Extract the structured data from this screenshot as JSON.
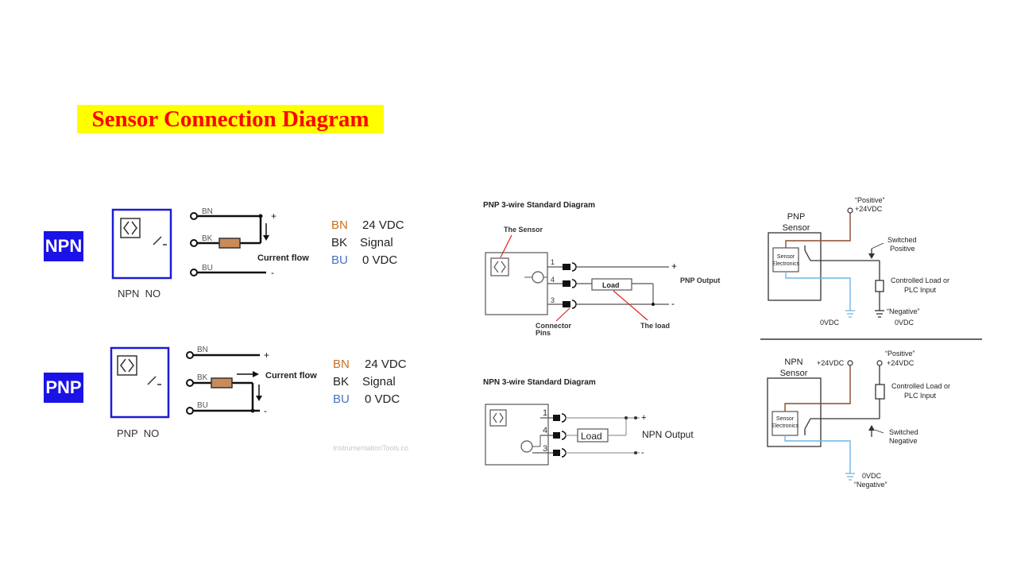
{
  "title": "Sensor Connection Diagram",
  "colors": {
    "title_bg": "#ffff00",
    "title_text": "#ff0000",
    "badge_bg": "#1a12e6",
    "bn": "#c8701e",
    "bu": "#4472c4",
    "resistor": "#c98b5a",
    "sensor_box": "#1c1cd6",
    "brown_wire": "#8b4a2b",
    "blue_wire": "#6fb6e6"
  },
  "left": {
    "npn": {
      "badge": "NPN",
      "wires": [
        "BN",
        "BK",
        "BU"
      ],
      "plus": "+",
      "minus": "-",
      "current_flow": "Current flow",
      "caption": "NPN  NO",
      "legend": [
        {
          "code": "BN",
          "value": "24 VDC"
        },
        {
          "code": "BK",
          "value": "Signal"
        },
        {
          "code": "BU",
          "value": "0 VDC"
        }
      ]
    },
    "pnp": {
      "badge": "PNP",
      "wires": [
        "BN",
        "BK",
        "BU"
      ],
      "plus": "+",
      "minus": "-",
      "current_flow": "Current flow",
      "caption": "PNP  NO",
      "legend": [
        {
          "code": "BN",
          "value": "24 VDC"
        },
        {
          "code": "BK",
          "value": "Signal"
        },
        {
          "code": "BU",
          "value": "0 VDC"
        }
      ]
    },
    "watermark": "InstrumentationTools.co"
  },
  "middle": {
    "pnp": {
      "title": "PNP 3-wire Standard Diagram",
      "the_sensor": "The Sensor",
      "pins": [
        "1",
        "4",
        "3"
      ],
      "load": "Load",
      "output": "PNP Output",
      "connector": "Connector",
      "pins_label": "Pins",
      "the_load": "The load",
      "plus": "+",
      "minus": "-"
    },
    "npn": {
      "title": "NPN 3-wire Standard Diagram",
      "pins": [
        "1",
        "4",
        "3"
      ],
      "load": "Load",
      "output": "NPN Output",
      "plus": "+",
      "minus": "-"
    }
  },
  "right": {
    "pnp": {
      "sensor_line1": "PNP",
      "sensor_line2": "Sensor",
      "electronics_line1": "Sensor",
      "electronics_line2": "Electronics",
      "positive": "“Positive”",
      "positive_v": "+24VDC",
      "switched1": "Switched",
      "switched2": "Positive",
      "load1": "Controlled Load or",
      "load2": "PLC Input",
      "negative": "“Negative”",
      "negative_v": "0VDC",
      "zero": "0VDC"
    },
    "npn": {
      "sensor_line1": "NPN",
      "sensor_line2": "Sensor",
      "electronics_line1": "Sensor",
      "electronics_line2": "Electronics",
      "supply": "+24VDC",
      "positive": "“Positive”",
      "positive_v": "+24VDC",
      "load1": "Controlled Load or",
      "load2": "PLC Input",
      "switched1": "Switched",
      "switched2": "Negative",
      "zero": "0VDC",
      "negative": "“Negative”"
    }
  }
}
